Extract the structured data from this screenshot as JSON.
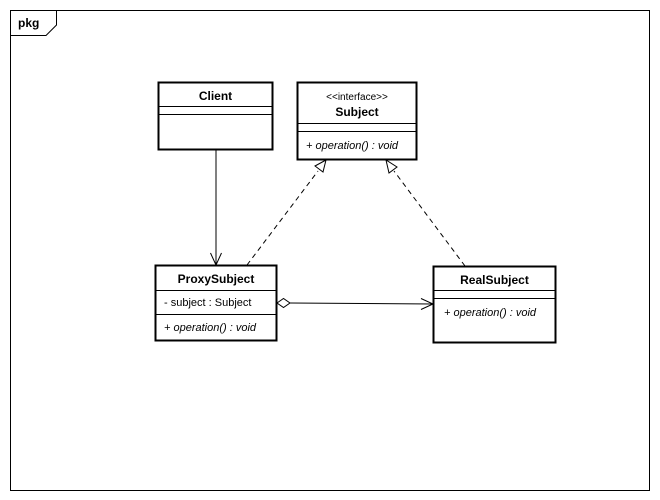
{
  "frame": {
    "label": "pkg"
  },
  "classes": {
    "client": {
      "name": "Client"
    },
    "subject": {
      "stereotype": "<<interface>>",
      "name": "Subject",
      "operations": [
        "+ operation() : void"
      ]
    },
    "proxy": {
      "name": "ProxySubject",
      "attributes": [
        "- subject : Subject"
      ],
      "operations": [
        "+ operation() : void"
      ]
    },
    "real": {
      "name": "RealSubject",
      "operations": [
        "+ operation() : void"
      ]
    }
  },
  "relationships": [
    {
      "type": "association",
      "from": "Client",
      "to": "ProxySubject"
    },
    {
      "type": "realization",
      "from": "ProxySubject",
      "to": "Subject"
    },
    {
      "type": "realization",
      "from": "RealSubject",
      "to": "Subject"
    },
    {
      "type": "aggregation",
      "from": "ProxySubject",
      "to": "RealSubject"
    }
  ]
}
